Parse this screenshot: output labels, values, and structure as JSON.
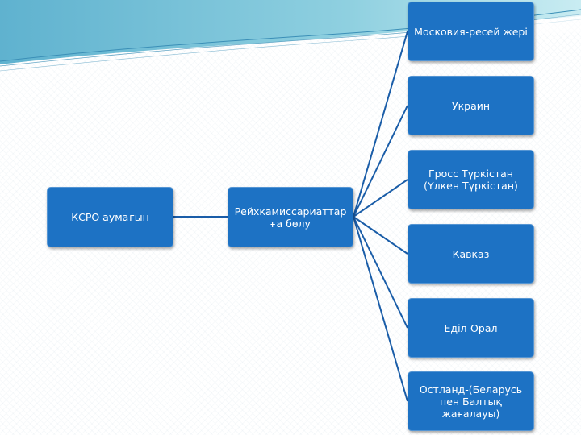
{
  "diagram": {
    "root": {
      "label": "КСРО аумағын"
    },
    "middle": {
      "label": "Рейхкамиссариаттарға бөлу"
    },
    "leaves": [
      {
        "label": "Московия-ресей жері"
      },
      {
        "label": "Украин"
      },
      {
        "label": "Гросс Түркістан (Үлкен Түркістан)"
      },
      {
        "label": "Кавказ"
      },
      {
        "label": "Еділ-Орал"
      },
      {
        "label": "Остланд-(Беларусь пен Балтық жағалауы)"
      }
    ]
  },
  "colors": {
    "node_fill": "#1d72c4",
    "connector": "#1a5da8",
    "header_teal": "#4aa3c8"
  }
}
